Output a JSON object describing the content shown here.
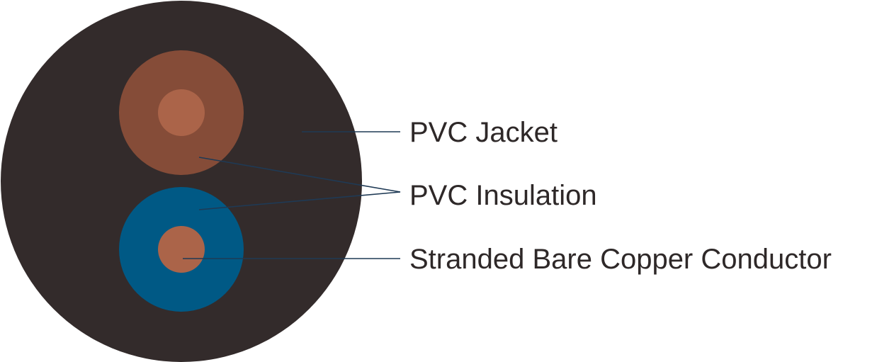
{
  "colors": {
    "jacket": "#332b2b",
    "brown_insulation": "#854c38",
    "blue_insulation": "#005985",
    "copper_conductor": "#ab6449",
    "leader_line": "#1f3a55",
    "label_text": "#2e2828"
  },
  "labels": {
    "jacket": "PVC Jacket",
    "insulation": "PVC Insulation",
    "conductor": "Stranded Bare Copper Conductor"
  }
}
